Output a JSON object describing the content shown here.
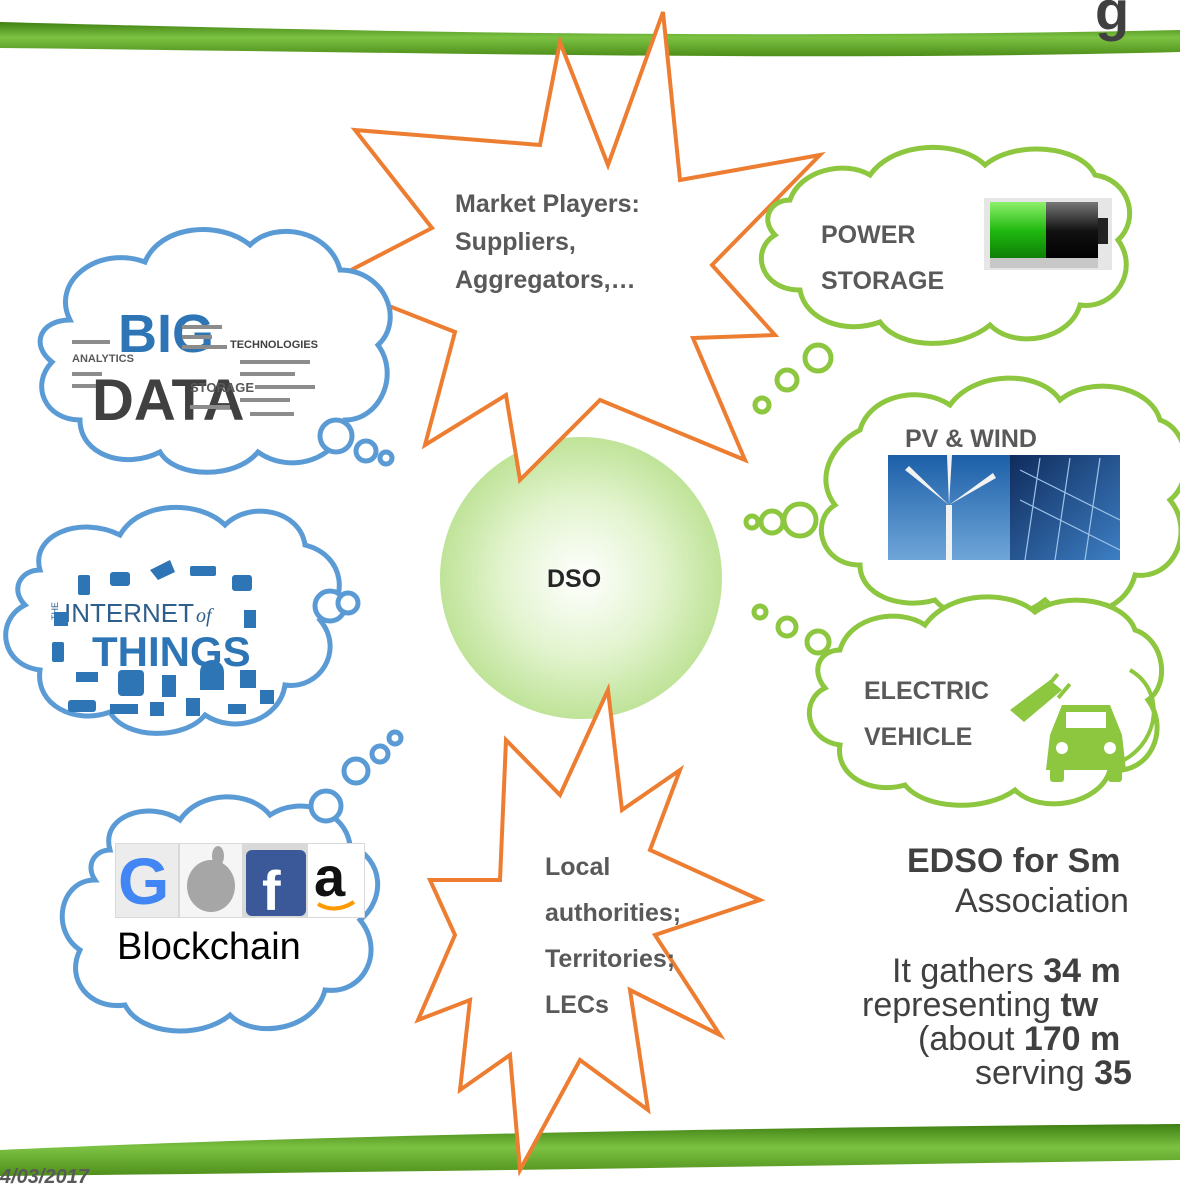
{
  "slide": {
    "title_fragment": "g",
    "date_fragment": "4/03/2017"
  },
  "center": {
    "label": "DSO"
  },
  "starbursts": {
    "market": {
      "lines": [
        "Market Players:",
        "Suppliers,",
        "Aggregators,…"
      ]
    },
    "local": {
      "lines": [
        "Local",
        "authorities;",
        "Territories;",
        "LECs"
      ]
    }
  },
  "clouds": {
    "big_data": {
      "image_words": [
        "BIG",
        "DATA",
        "ANALYTICS",
        "TECHNOLOGIES",
        "STORAGE"
      ]
    },
    "iot": {
      "image_words": [
        "THE",
        "INTERNET",
        "of",
        "THINGS"
      ]
    },
    "blockchain": {
      "label": "Blockchain"
    },
    "power_storage": {
      "lines": [
        "POWER",
        "STORAGE"
      ]
    },
    "pv_wind": {
      "label": "PV & WIND"
    },
    "electric_vehicle": {
      "lines": [
        "ELECTRIC",
        "VEHICLE"
      ]
    }
  },
  "edso_text": {
    "heading": "EDSO for Sm",
    "subheading": "Association",
    "line1_pre": "It gathers ",
    "line1_bold": "34 m",
    "line2_pre": "representing ",
    "line2_bold": "tw",
    "line3_pre": "(about ",
    "line3_bold": "170 m",
    "line4_pre": "serving ",
    "line4_bold": "35"
  },
  "colors": {
    "orange": "#ED7D31",
    "green": "#8DC63F",
    "blue": "#5B9BD5",
    "grass": "#5E9E1E",
    "dso_fill": "#C9E9A4",
    "text": "#595959"
  }
}
